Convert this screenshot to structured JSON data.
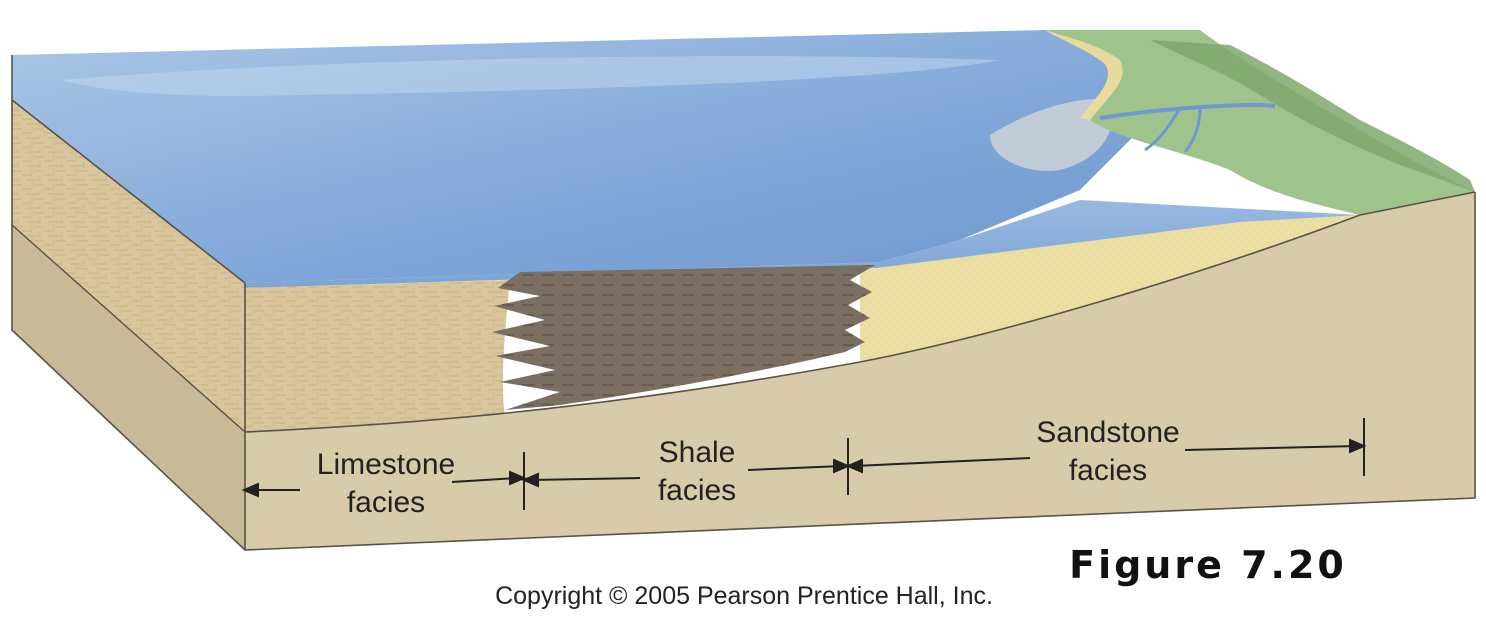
{
  "figure": {
    "number": "Figure 7.20",
    "copyright": "Copyright © 2005 Pearson Prentice Hall, Inc."
  },
  "facies": [
    {
      "line1": "Limestone",
      "line2": "facies"
    },
    {
      "line1": "Shale",
      "line2": "facies"
    },
    {
      "line1": "Sandstone",
      "line2": "facies"
    }
  ],
  "colors": {
    "water_top": "#8fb2dc",
    "water_front": "#7ea5d6",
    "limestone": "#d8c59a",
    "shale": "#7a6e62",
    "sandstone": "#eadca0",
    "bedrock": "#d6c9a8",
    "land": "#9cc08a"
  }
}
